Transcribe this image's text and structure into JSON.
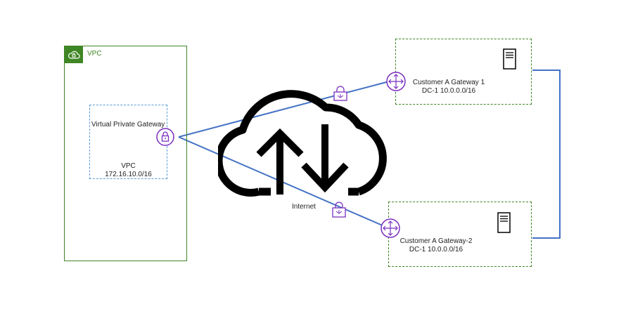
{
  "vpc": {
    "title": "VPC",
    "icon": "cloud-lock-icon",
    "color": "#3f8624"
  },
  "virtual_private_gateway": {
    "label": "Virtual Private Gateway",
    "vpc_label": "VPC",
    "cidr": "172.16.10.0/16",
    "icon": "padlock-icon",
    "icon_color": "#7b2fbf"
  },
  "internet": {
    "label": "Internet",
    "icon": "cloud-up-down-arrows-icon"
  },
  "customer_gateway_1": {
    "name": "Customer A  Gateway 1",
    "subnet": "DC-1 10.0.0.0/16",
    "icon": "router-icon"
  },
  "customer_gateway_2": {
    "name": "Customer A Gateway-2",
    "subnet": "DC-1 10.0.0.0/16",
    "icon": "router-icon"
  },
  "colors": {
    "connection_line": "#4472c4",
    "dc_border": "#3f8624",
    "vgw_border": "#5a9bd5",
    "vpn_icon": "#7b2fbf"
  }
}
